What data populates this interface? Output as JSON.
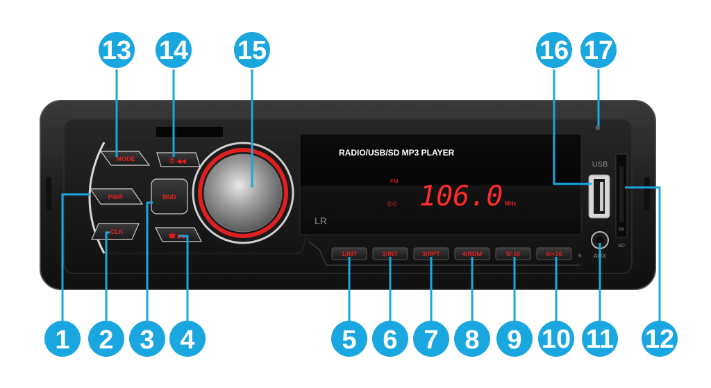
{
  "device": {
    "display_title": "RADIO/USB/SD MP3  PLAYER",
    "frequency": "106.0",
    "unit": "MHz",
    "fm_indicator": "FM",
    "usb_label": "USB",
    "tf_label": "TF",
    "sd_label": "SD",
    "aux_label": "AUX",
    "lr_label": "LR"
  },
  "buttons": {
    "mode": "MODE",
    "pwr": "PWR",
    "clk": "CLK",
    "bnd": "BND",
    "preset1": "1/INT",
    "preset2": "2/INT",
    "preset3": "3/RPT",
    "preset4": "4/RDM",
    "preset5": "5/-10",
    "preset6": "6/+10"
  },
  "callouts": [
    "1",
    "2",
    "3",
    "4",
    "5",
    "6",
    "7",
    "8",
    "9",
    "10",
    "11",
    "12",
    "13",
    "14",
    "15",
    "16",
    "17"
  ],
  "colors": {
    "callout": "#1aa7e0",
    "accent_red": "#e02020",
    "body": "#1c1c1c"
  }
}
